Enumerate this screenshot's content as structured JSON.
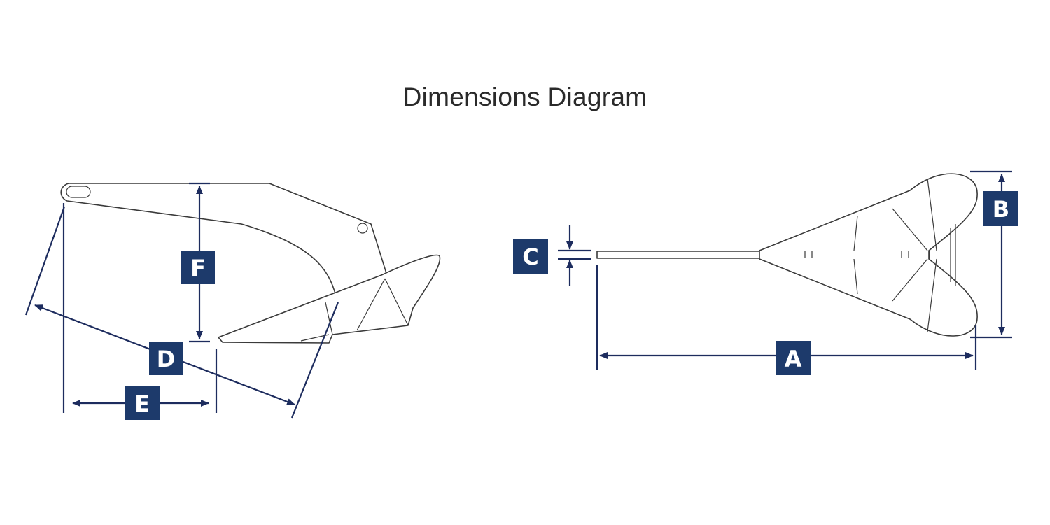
{
  "title": "Dimensions Diagram",
  "colors": {
    "dimension_line": "#1d2c5e",
    "label_badge": "#1d3a6b",
    "outline": "#3a3a3a"
  },
  "labels": {
    "a": "A",
    "b": "B",
    "c": "C",
    "d": "D",
    "e": "E",
    "f": "F"
  }
}
